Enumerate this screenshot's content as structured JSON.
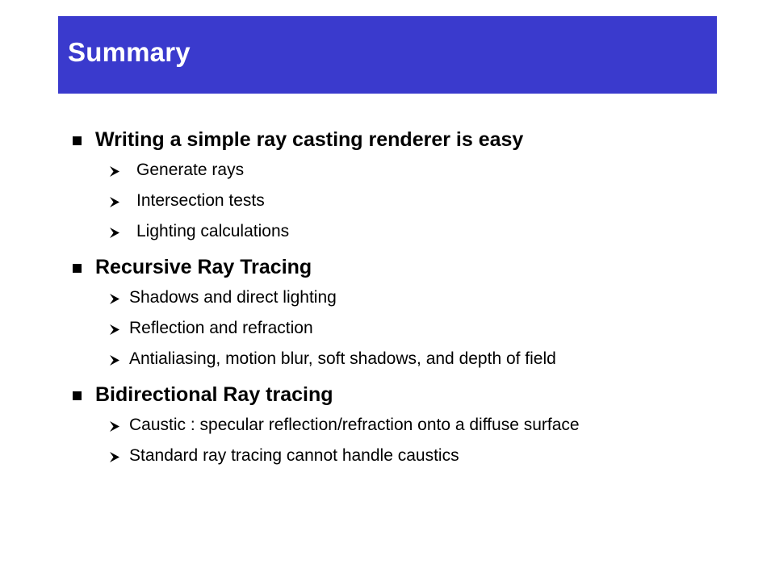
{
  "colors": {
    "title_bar": "#3a3acd",
    "title_text": "#ffffff",
    "bullet": "#000000",
    "body_text": "#000000"
  },
  "slide": {
    "title": "Summary",
    "sections": [
      {
        "heading": "Writing a simple ray casting renderer is easy",
        "items": [
          "Generate rays",
          "Intersection tests",
          "Lighting calculations"
        ]
      },
      {
        "heading": "Recursive Ray Tracing",
        "items": [
          "Shadows and direct lighting",
          "Reflection and refraction",
          "Antialiasing, motion blur, soft shadows, and depth of field"
        ]
      },
      {
        "heading": "Bidirectional Ray tracing",
        "items": [
          "Caustic : specular reflection/refraction onto a diffuse surface",
          "Standard ray tracing cannot handle caustics"
        ]
      }
    ],
    "icons": {
      "level1_bullet": "square-bullet-icon",
      "level2_bullet": "arrowhead-bullet-icon"
    }
  }
}
